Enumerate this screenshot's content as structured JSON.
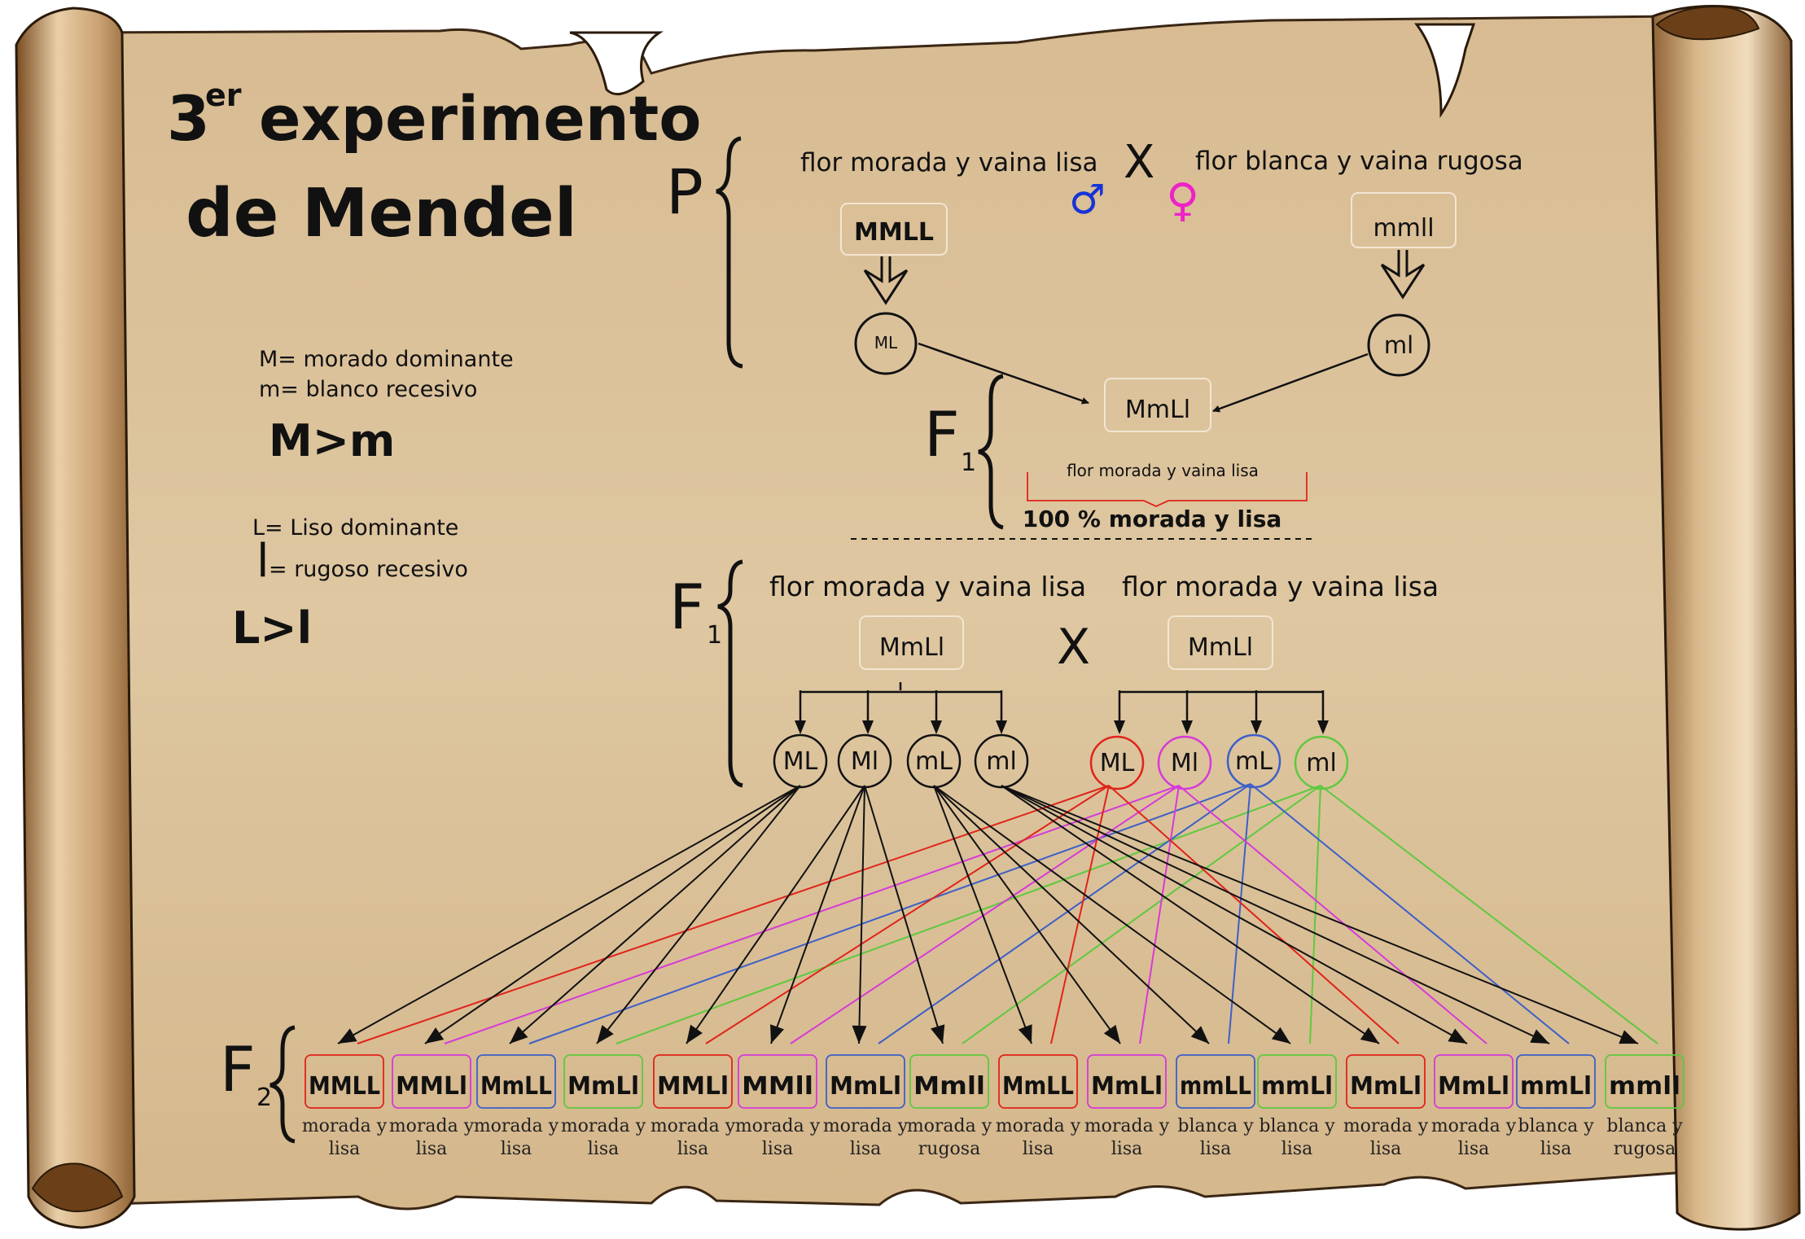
{
  "title": {
    "line1": "3",
    "sup": "er",
    "line1b": "experimento",
    "line2": "de Mendel"
  },
  "legend": {
    "m_dom": "M= morado dominante",
    "m_rec": "m= blanco recesivo",
    "m_rel": "M>m",
    "l_dom": "L= Liso dominante",
    "l_rec_letter": "l",
    "l_rec": "= rugoso recesivo",
    "l_rel": "L>l"
  },
  "p": {
    "label": "P",
    "male_desc": "flor morada y vaina lisa",
    "cross": "X",
    "female_desc": "flor blanca y vaina rugosa",
    "male_symbol": "♂",
    "female_symbol": "♀",
    "male_genotype": "MMLL",
    "female_genotype": "mmll",
    "male_gamete": "ML",
    "female_gamete": "ml"
  },
  "f1": {
    "label": "F",
    "sub": "1",
    "genotype": "MmLl",
    "phenotype": "flor morada y vaina lisa",
    "ratio": "100 % morada y lisa"
  },
  "f1cross": {
    "label": "F",
    "sub": "1",
    "left_desc": "flor morada y vaina lisa",
    "right_desc": "flor morada y vaina lisa",
    "cross": "X",
    "left_genotype": "MmLl",
    "right_genotype": "MmLl",
    "left_gametes": [
      "ML",
      "Ml",
      "mL",
      "ml"
    ],
    "right_gametes": [
      "ML",
      "Ml",
      "mL",
      "ml"
    ]
  },
  "f2": {
    "label": "F",
    "sub": "2",
    "offspring": [
      {
        "g": "MMLL",
        "p1": "morada y",
        "p2": "lisa"
      },
      {
        "g": "MMLl",
        "p1": "morada y",
        "p2": "lisa"
      },
      {
        "g": "MmLL",
        "p1": "morada y",
        "p2": "lisa"
      },
      {
        "g": "MmLl",
        "p1": "morada y",
        "p2": "lisa"
      },
      {
        "g": "MMLl",
        "p1": "morada y",
        "p2": "lisa"
      },
      {
        "g": "MMll",
        "p1": "morada y",
        "p2": "lisa"
      },
      {
        "g": "MmLl",
        "p1": "morada y",
        "p2": "lisa"
      },
      {
        "g": "Mmll",
        "p1": "morada y",
        "p2": "rugosa"
      },
      {
        "g": "MmLL",
        "p1": "morada y",
        "p2": "lisa"
      },
      {
        "g": "MmLl",
        "p1": "morada y",
        "p2": "lisa"
      },
      {
        "g": "mmLL",
        "p1": "blanca y",
        "p2": "lisa"
      },
      {
        "g": "mmLl",
        "p1": "blanca y",
        "p2": "lisa"
      },
      {
        "g": "MmLl",
        "p1": "morada y",
        "p2": "lisa"
      },
      {
        "g": "MmLl",
        "p1": "morada y",
        "p2": "lisa"
      },
      {
        "g": "mmLl",
        "p1": "blanca y",
        "p2": "lisa"
      },
      {
        "g": "mmll",
        "p1": "blanca y",
        "p2": "rugosa"
      }
    ]
  },
  "colors": {
    "parchment": "#ddc29b",
    "roll_dark": "#8a5a2c",
    "ink": "#111111",
    "red": "#e0241b",
    "magenta": "#d63ad8",
    "blue": "#3d5fc8",
    "green": "#5fc93f",
    "male": "#1633d6",
    "female": "#ee22c8"
  }
}
